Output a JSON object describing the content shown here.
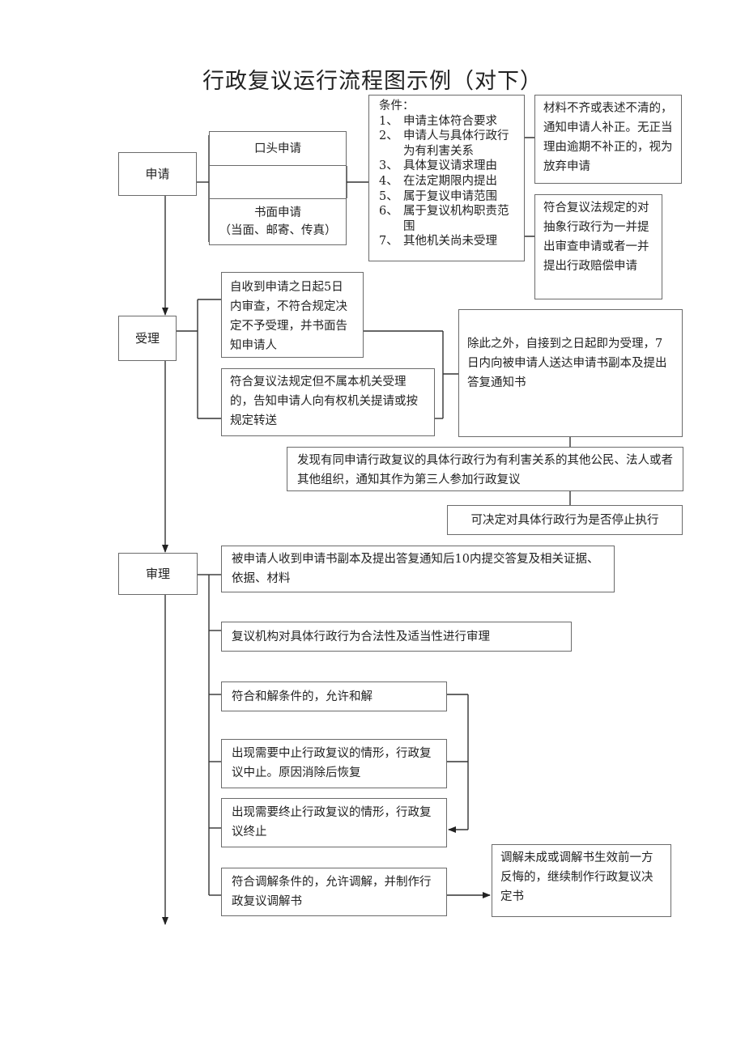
{
  "title": "行政复议运行流程图示例（对下）",
  "stages": {
    "apply": "申请",
    "accept": "受理",
    "review": "审理"
  },
  "apply": {
    "oral": "口头申请",
    "written_line1": "书面申请",
    "written_line2": "（当面、邮寄、传真）",
    "conditions_title": "条件：",
    "conditions": [
      {
        "num": "1、",
        "text": "申请主体符合要求"
      },
      {
        "num": "2、",
        "text": "申请人与具体行政行为有利害关系"
      },
      {
        "num": "3、",
        "text": "具体复议请求理由"
      },
      {
        "num": "4、",
        "text": "在法定期限内提出"
      },
      {
        "num": "5、",
        "text": "属于复议申请范围"
      },
      {
        "num": "6、",
        "text": "属于复议机构职责范围"
      },
      {
        "num": "7、",
        "text": "其他机关尚未受理"
      }
    ],
    "incomplete": "材料不齐或表述不清的，通知申请人补正。无正当理由逾期不补正的，视为放弃申请",
    "abstract": "符合复议法规定的对抽象行政行为一并提出审查申请或者一并提出行政赔偿申请"
  },
  "accept": {
    "reject": "自收到申请之日起5日内审查，不符合规定决定不予受理，并书面告知申请人",
    "transfer": "符合复议法规定但不属本机关受理的，告知申请人向有权机关提请或按规定转送",
    "otherwise": "除此之外，自接到之日起即为受理，7日内向被申请人送达申请书副本及提出答复通知书",
    "third_party": "发现有同申请行政复议的具体行政行为有利害关系的其他公民、法人或者其他组织，通知其作为第三人参加行政复议",
    "suspend": "可决定对具体行政行为是否停止执行"
  },
  "review": {
    "reply": "被申请人收到申请书副本及提出答复通知后10内提交答复及相关证据、依据、材料",
    "legality": "复议机构对具体行政行为合法性及适当性进行审理",
    "settle": "符合和解条件的，允许和解",
    "pause": "出现需要中止行政复议的情形，行政复议中止。原因消除后恢复",
    "terminate": "出现需要终止行政复议的情形，行政复议终止",
    "mediate": "符合调解条件的，允许调解，并制作行政复议调解书",
    "mediate_fail": "调解未成或调解书生效前一方反悔的，继续制作行政复议决定书"
  }
}
